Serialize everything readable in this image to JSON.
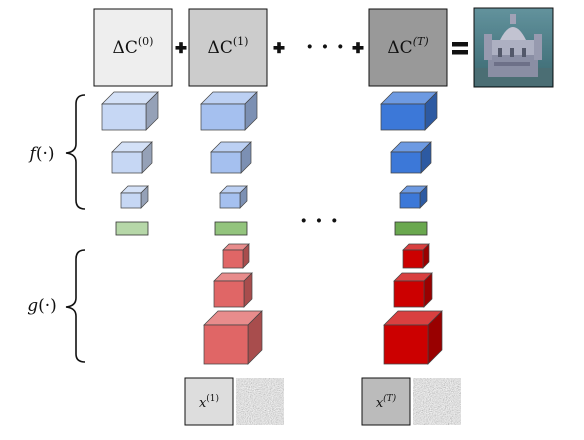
{
  "terms": [
    {
      "label": "ΔC",
      "sup": "(0)",
      "fill": "#eeeeee"
    },
    {
      "label": "ΔC",
      "sup": "(1)",
      "fill": "#cccccc"
    },
    {
      "label": "ΔC",
      "sup": "(T)",
      "fill": "#999999"
    }
  ],
  "ellipsis": "· · ·",
  "f_label": {
    "name": "f",
    "args": "(·)"
  },
  "g_label": {
    "name": "g",
    "args": "(·)"
  },
  "inputs": [
    {
      "label": "x",
      "sup": "(1)",
      "fill": "#dddddd"
    },
    {
      "label": "x",
      "sup": "(T)",
      "fill": "#bbbbbb"
    }
  ],
  "colors": {
    "blue_light": "#c6d7f4",
    "blue_mid": "#a5c0ef",
    "blue_dark": "#3c78d8",
    "green_light": "#b6d7a8",
    "green_mid": "#93c47d",
    "green_dark": "#6aa84f",
    "red_light": "#e06666",
    "red_dark": "#cc0000"
  },
  "icons": {
    "result_image": "cathedral-painting-icon",
    "noise_image": "noise-texture-icon"
  }
}
